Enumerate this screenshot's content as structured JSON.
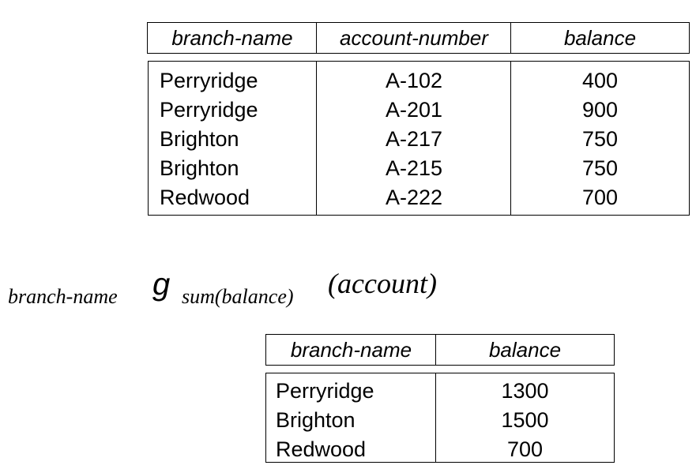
{
  "account_table": {
    "columns": [
      "branch-name",
      "account-number",
      "balance"
    ],
    "rows": [
      [
        "Perryridge",
        "A-102",
        "400"
      ],
      [
        "Perryridge",
        "A-201",
        "900"
      ],
      [
        "Brighton",
        "A-217",
        "750"
      ],
      [
        "Brighton",
        "A-215",
        "750"
      ],
      [
        "Redwood",
        "A-222",
        "700"
      ]
    ]
  },
  "expression": {
    "group_attr": "branch-name",
    "operator": "g",
    "aggregate": "sum(balance)",
    "argument": "(account)"
  },
  "result_table": {
    "columns": [
      "branch-name",
      "balance"
    ],
    "rows": [
      [
        "Perryridge",
        "1300"
      ],
      [
        "Brighton",
        "1500"
      ],
      [
        "Redwood",
        "700"
      ]
    ]
  }
}
